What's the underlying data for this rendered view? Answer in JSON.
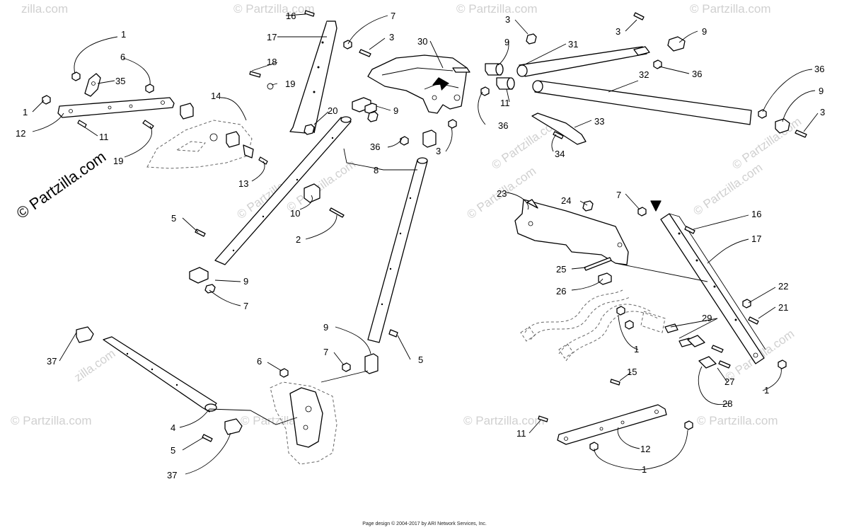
{
  "watermark": {
    "main": "© Partzilla.com",
    "repeat": "© Partzilla.com",
    "partial": "zilla.com"
  },
  "footer": "Page design © 2004-2017 by ARI Network Services, Inc.",
  "callouts": {
    "c1a": "1",
    "c6a": "6",
    "c35": "35",
    "c1b": "1",
    "c12a": "12",
    "c11a": "11",
    "c19a": "19",
    "c14": "14",
    "c13": "13",
    "c16a": "16",
    "c7a": "7",
    "c17a": "17",
    "c18": "18",
    "c19b": "19",
    "c20": "20",
    "c3a": "3",
    "c30": "30",
    "c9a": "9",
    "c36a": "36",
    "c3b": "3",
    "c8": "8",
    "c10": "10",
    "c2": "2",
    "c5a": "5",
    "c9b": "9",
    "c7b": "7",
    "c3c": "3",
    "c9c": "9",
    "c11b": "11",
    "c36b": "36",
    "c31": "31",
    "c3d": "3",
    "c9d": "9",
    "c36c": "36",
    "c32": "32",
    "c33": "33",
    "c34": "34",
    "c36d": "36",
    "c9e": "9",
    "c3e": "3",
    "c23": "23",
    "c24": "24",
    "c25": "25",
    "c26": "26",
    "c7c": "7",
    "c16b": "16",
    "c17b": "17",
    "c22": "22",
    "c21": "21",
    "c29": "29",
    "c1c": "1",
    "c27": "27",
    "c28": "28",
    "c1d": "1",
    "c15": "15",
    "c11c": "11",
    "c12b": "12",
    "c1e": "1",
    "c9f": "9",
    "c5b": "5",
    "c7d": "7",
    "c6b": "6",
    "c37a": "37",
    "c4": "4",
    "c5c": "5",
    "c37b": "37"
  }
}
